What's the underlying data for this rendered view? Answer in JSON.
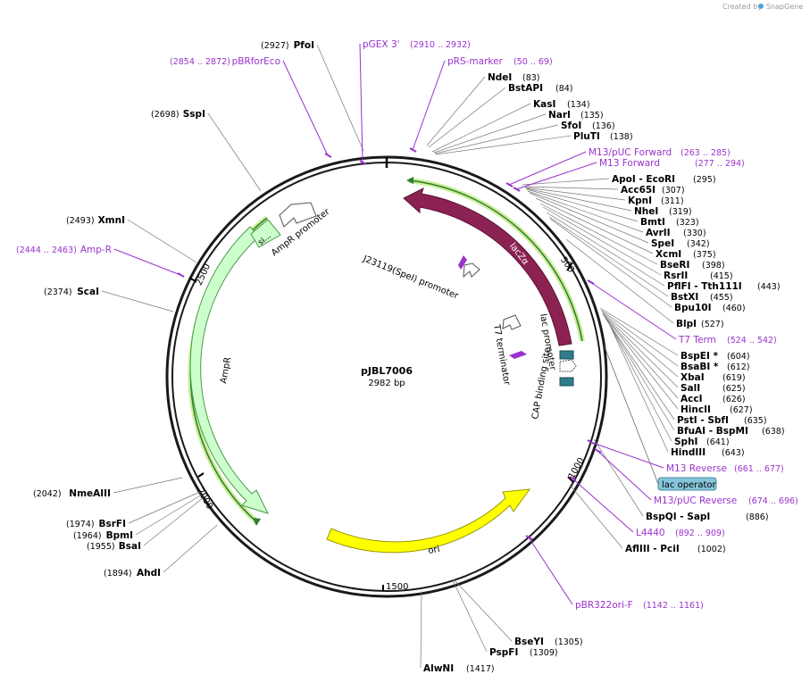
{
  "credit": {
    "text": "Created by",
    "brand": "SnapGene"
  },
  "plasmid": {
    "name": "pJBL7006",
    "length_label": "2982 bp"
  },
  "ticks": [
    "500",
    "1000",
    "1500",
    "2000",
    "2500"
  ],
  "sites_right": [
    {
      "name": "NdeI",
      "pos": "(83)"
    },
    {
      "name": "BstAPI",
      "pos": "(84)"
    },
    {
      "name": "KasI",
      "pos": "(134)"
    },
    {
      "name": "NarI",
      "pos": "(135)"
    },
    {
      "name": "SfoI",
      "pos": "(136)"
    },
    {
      "name": "PluTI",
      "pos": "(138)"
    },
    {
      "name": "ApoI   - EcoRI",
      "pos": "(295)"
    },
    {
      "name": "Acc65I",
      "pos": "(307)"
    },
    {
      "name": "KpnI",
      "pos": "(311)"
    },
    {
      "name": "NheI",
      "pos": "(319)"
    },
    {
      "name": "BmtI",
      "pos": "(323)"
    },
    {
      "name": "AvrII",
      "pos": "(330)"
    },
    {
      "name": "SpeI",
      "pos": "(342)"
    },
    {
      "name": "XcmI",
      "pos": "(375)"
    },
    {
      "name": "BseRI",
      "pos": "(398)"
    },
    {
      "name": "RsrII",
      "pos": "(415)"
    },
    {
      "name": "PflFI   - Tth111I",
      "pos": "(443)"
    },
    {
      "name": "BstXI",
      "pos": "(455)"
    },
    {
      "name": "Bpu10I",
      "pos": "(460)"
    },
    {
      "name": "BlpI",
      "pos": "(527)"
    },
    {
      "name": "BspEI *",
      "pos": "(604)"
    },
    {
      "name": "BsaBI *",
      "pos": "(612)"
    },
    {
      "name": "XbaI",
      "pos": "(619)"
    },
    {
      "name": "SalI",
      "pos": "(625)"
    },
    {
      "name": "AccI",
      "pos": "(626)"
    },
    {
      "name": "HincII",
      "pos": "(627)"
    },
    {
      "name": "PstI   - SbfI",
      "pos": "(635)"
    },
    {
      "name": "BfuAI   - BspMI",
      "pos": "(638)"
    },
    {
      "name": "SphI",
      "pos": "(641)"
    },
    {
      "name": "HindIII",
      "pos": "(643)"
    },
    {
      "name": "BspQI   - SapI",
      "pos": "(886)"
    },
    {
      "name": "AflIII   - PciI",
      "pos": "(1002)"
    },
    {
      "name": "BseYI",
      "pos": "(1305)"
    },
    {
      "name": "PspFI",
      "pos": "(1309)"
    },
    {
      "name": "AlwNI",
      "pos": "(1417)"
    }
  ],
  "sites_left": [
    {
      "name": "PfoI",
      "pos": "(2927)"
    },
    {
      "name": "SspI",
      "pos": "(2698)"
    },
    {
      "name": "XmnI",
      "pos": "(2493)"
    },
    {
      "name": "ScaI",
      "pos": "(2374)"
    },
    {
      "name": "NmeAIII",
      "pos": "(2042)"
    },
    {
      "name": "BsrFI",
      "pos": "(1974)"
    },
    {
      "name": "BpmI",
      "pos": "(1964)"
    },
    {
      "name": "BsaI",
      "pos": "(1955)"
    },
    {
      "name": "AhdI",
      "pos": "(1894)"
    }
  ],
  "primers": [
    {
      "name": "pGEX 3'",
      "pos": "(2910 .. 2932)"
    },
    {
      "name": "pBRforEco",
      "pos": "(2854 .. 2872)"
    },
    {
      "name": "pRS-marker",
      "pos": "(50 .. 69)"
    },
    {
      "name": "M13/pUC Forward",
      "pos": "(263 .. 285)"
    },
    {
      "name": "M13 Forward",
      "pos": "(277 .. 294)"
    },
    {
      "name": "T7 Term",
      "pos": "(524 .. 542)"
    },
    {
      "name": "M13 Reverse",
      "pos": "(661 .. 677)"
    },
    {
      "name": "M13/pUC Reverse",
      "pos": "(674 .. 696)"
    },
    {
      "name": "L4440",
      "pos": "(892 .. 909)"
    },
    {
      "name": "pBR322ori-F",
      "pos": "(1142 .. 1161)"
    },
    {
      "name": "Amp-R",
      "pos": "(2444 .. 2463)"
    }
  ],
  "features": {
    "lacZa": "lacZα",
    "ampR": "AmpR",
    "ampR_promoter": "AmpR promoter",
    "ori": "ori",
    "lac_promoter": "lac promoter",
    "cap_site": "CAP binding site",
    "t7_term": "T7 terminator",
    "j23119": "J23119(SpeI) promoter",
    "sig": "si...",
    "lac_operator": "lac operator"
  },
  "colors": {
    "backbone": "#1a1a1a",
    "lacZa": "#8b2252",
    "ampR": "#ccffcc",
    "ori": "#ffff00",
    "primer": "#9a32cd",
    "lac_operator": "#86c5da",
    "cap_site": "#2e7d8a",
    "primer_arc": "#66cc00"
  }
}
